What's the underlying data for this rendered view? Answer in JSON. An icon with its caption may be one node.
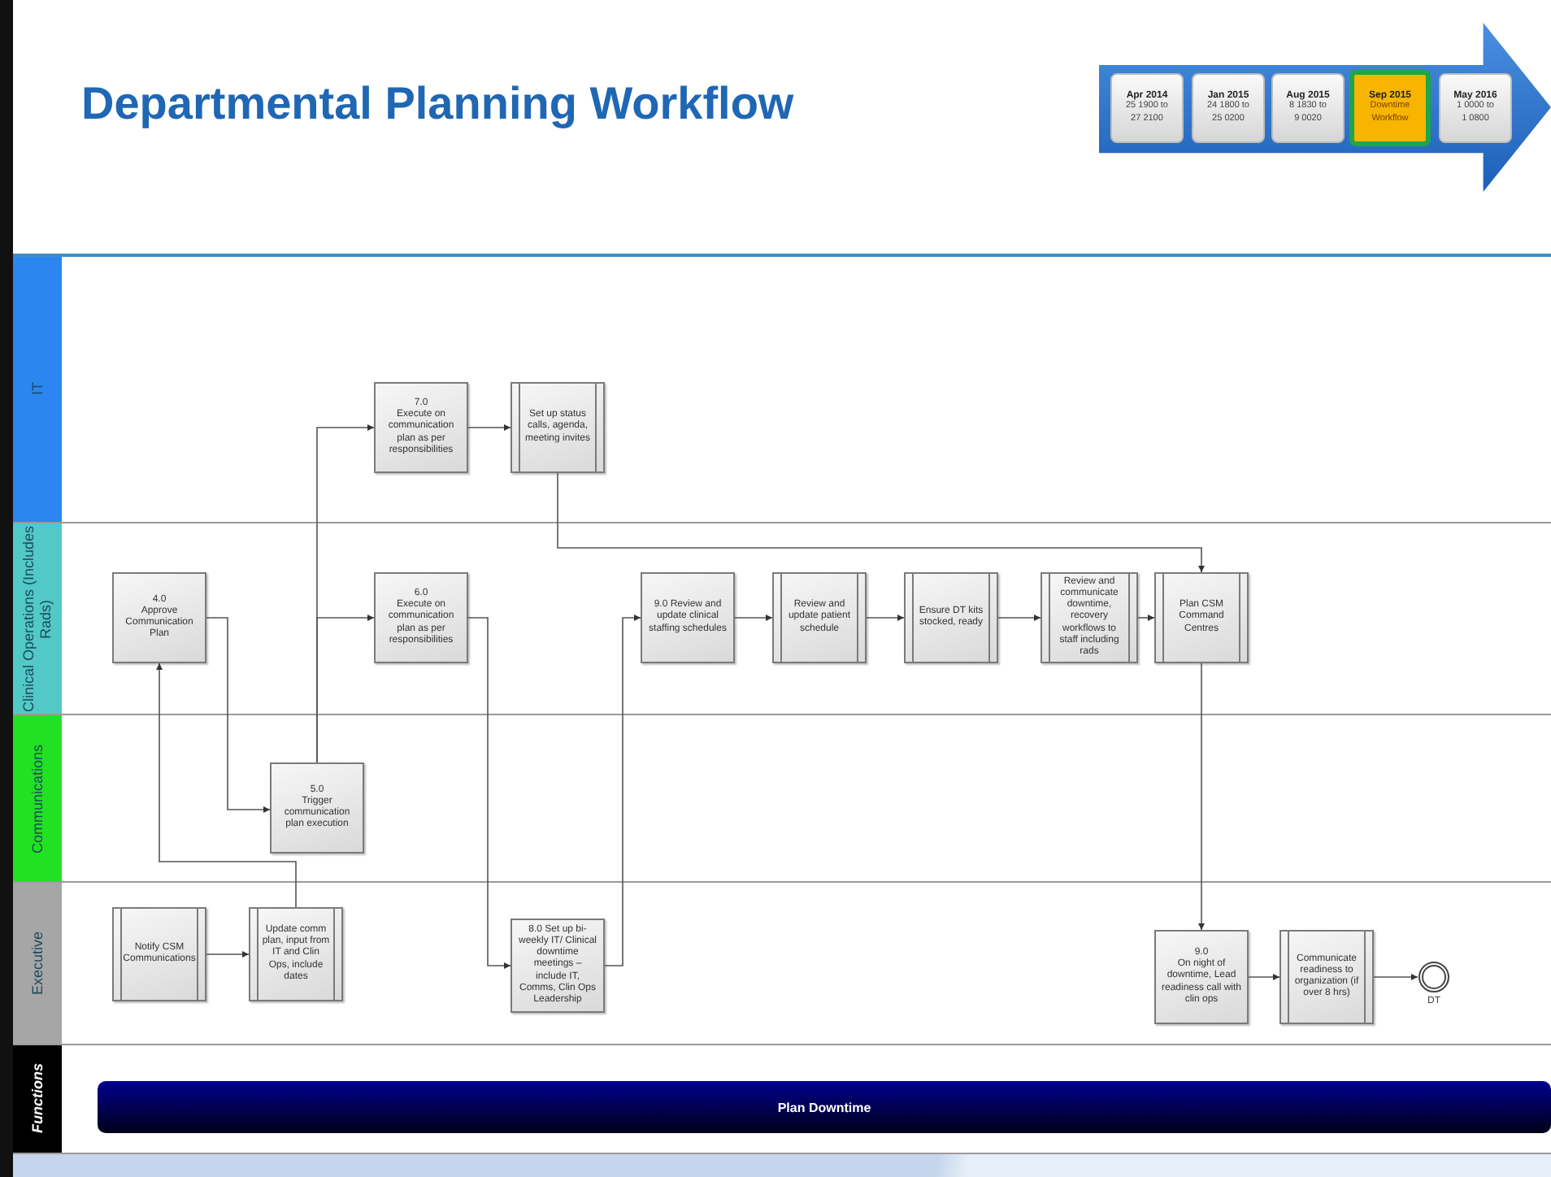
{
  "diagram": {
    "title": "Departmental Planning Workflow",
    "nodes": [
      {
        "text": [],
        "shape": "arrow"
      },
      {
        "text": [
          "Apr 2014",
          "25 1900 to 27 2100"
        ],
        "in": 0
      },
      {
        "text": [
          "Jan 2015",
          "24 1800 to 25 0200"
        ],
        "in": 0
      },
      {
        "text": [
          "Aug 2015",
          "8 1830 to 9 0020"
        ],
        "in": 0
      },
      {
        "text": [
          "Sep 2015",
          "Downtime Workflow"
        ],
        "in": 0
      },
      {
        "text": [
          "May 2016",
          "1 0000 to 1 0800"
        ],
        "in": 0
      },
      {
        "text": [
          "IT"
        ]
      },
      {
        "text": [
          "7.0",
          "Execute on communication plan as per responsibilities"
        ],
        "in": 6
      },
      {
        "text": [
          "Set up status calls, agenda, meeting invites"
        ],
        "in": 6
      },
      {
        "text": [
          "Clinical Operations (Includes Rads)"
        ]
      },
      {
        "text": [
          "4.0",
          "Approve Communication Plan"
        ],
        "in": 9
      },
      {
        "text": [
          "6.0",
          "Execute on communication plan as per responsibilities"
        ],
        "in": 9
      },
      {
        "text": [
          "9.0 Review and update clinical staffing schedules"
        ],
        "in": 9
      },
      {
        "text": [
          "Review and update patient schedule"
        ],
        "in": 9
      },
      {
        "text": [
          "Ensure DT kits stocked, ready"
        ],
        "in": 9
      },
      {
        "text": [
          "Review and communicate downtime, recovery workflows to staff including rads"
        ],
        "in": 9
      },
      {
        "text": [
          "Plan CSM Command Centres"
        ],
        "in": 9
      },
      {
        "text": [
          "Communications"
        ]
      },
      {
        "text": [
          "5.0",
          "Trigger communication plan execution"
        ],
        "in": 17
      },
      {
        "text": [
          "Executive"
        ]
      },
      {
        "text": [
          "Notify CSM Communications"
        ],
        "in": 19
      },
      {
        "text": [
          "Update comm plan, input from IT and Clin Ops, include dates"
        ],
        "in": 19
      },
      {
        "text": [
          "8.0 Set up bi-weekly IT/ Clinical downtime meetings – include IT, Comms, Clin Ops Leadership"
        ],
        "in": 19
      },
      {
        "text": [
          "9.0",
          "On night of downtime, Lead readiness call with clin ops"
        ],
        "in": 19
      },
      {
        "text": [
          "Communicate readiness to organization (if over 8 hrs)"
        ],
        "in": 19
      },
      {
        "text": [],
        "shape": "circle",
        "beside": [
          "DT"
        ],
        "in": 19
      },
      {
        "text": [
          "Functions"
        ]
      },
      {
        "text": [
          "Plan Downtime"
        ],
        "in": 26
      }
    ],
    "edges": [
      {
        "from": 20,
        "to": 21,
        "arrow": "to"
      },
      {
        "from": 21,
        "to": 10,
        "arrow": "to"
      },
      {
        "from": 10,
        "to": 18,
        "arrow": "to"
      },
      {
        "from": 18,
        "to": 7,
        "arrow": "to"
      },
      {
        "from": 18,
        "to": 11,
        "arrow": "to"
      },
      {
        "from": 7,
        "to": 8,
        "arrow": "to"
      },
      {
        "from": 8,
        "to": 16,
        "arrow": "to"
      },
      {
        "from": 11,
        "to": 22,
        "arrow": "to"
      },
      {
        "from": 22,
        "to": 12,
        "arrow": "to"
      },
      {
        "from": 12,
        "to": 13,
        "arrow": "to"
      },
      {
        "from": 13,
        "to": 14,
        "arrow": "to"
      },
      {
        "from": 14,
        "to": 15,
        "arrow": "to"
      },
      {
        "from": 15,
        "to": 16,
        "arrow": "to"
      },
      {
        "from": 16,
        "to": 23,
        "arrow": "to"
      },
      {
        "from": 23,
        "to": 24,
        "arrow": "to"
      },
      {
        "from": 24,
        "to": 25,
        "arrow": "to"
      }
    ]
  }
}
